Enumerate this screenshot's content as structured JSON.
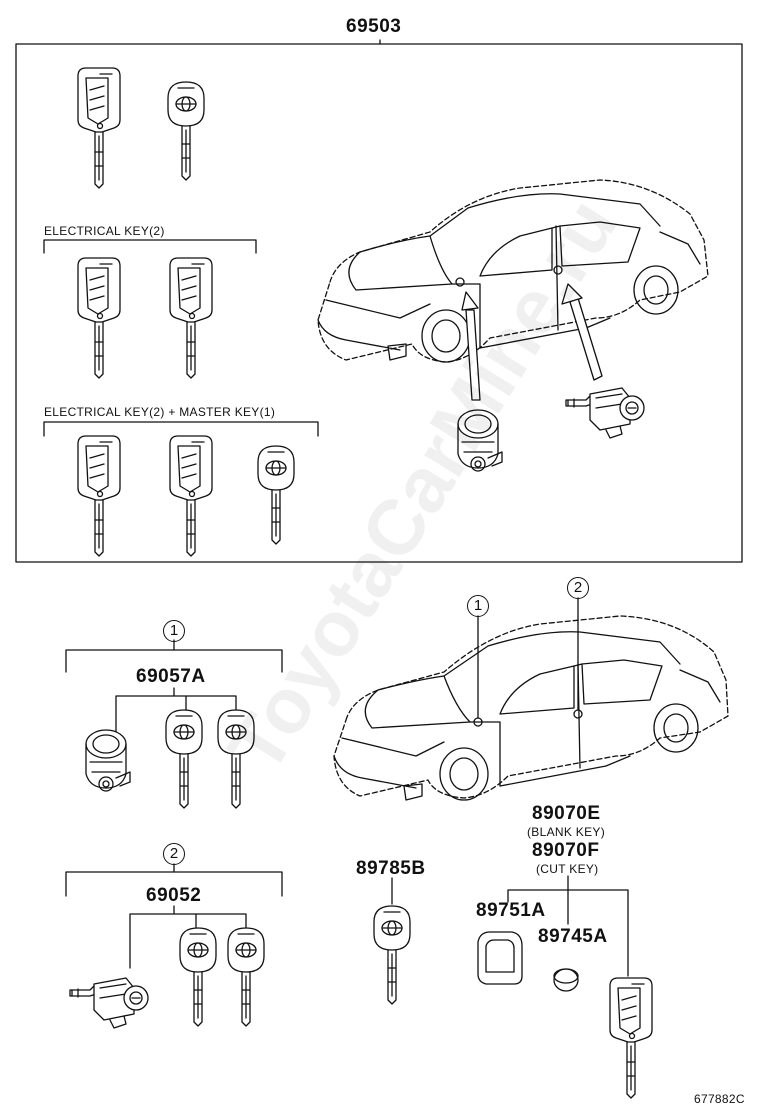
{
  "parts": {
    "kit_main": "69503",
    "cyl_1": "69057A",
    "cyl_2": "69052",
    "master_key": "89785B",
    "blank_key": "89070E",
    "blank_key_note": "(BLANK KEY)",
    "cut_key": "89070F",
    "cut_key_note": "(CUT KEY)",
    "case": "89751A",
    "battery": "89745A"
  },
  "groups": {
    "electrical_key": "ELECTRICAL KEY(2)",
    "electrical_master_key": "ELECTRICAL KEY(2) + MASTER KEY(1)"
  },
  "callouts": {
    "one": "1",
    "two": "2"
  },
  "watermark": "ToyotaCarMine.ru",
  "diagram_code": "677882C"
}
